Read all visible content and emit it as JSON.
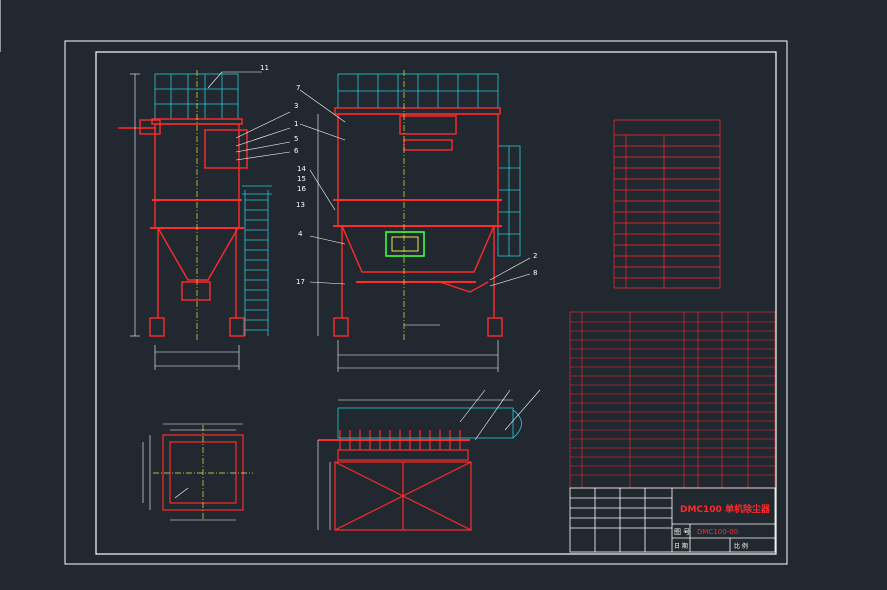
{
  "colors": {
    "background": "#212830",
    "frame": "#ffffff",
    "structure": "#ff2b2b",
    "platform": "#29c7d6",
    "centerline": "#e8e84a",
    "dimension": "#ffffff",
    "highlight": "#3cff3c"
  },
  "callouts": {
    "n11": "11",
    "n7": "7",
    "n3": "3",
    "n1": "1",
    "n5": "5",
    "n6": "6",
    "n14": "14",
    "n15": "15",
    "n16": "16",
    "n13": "13",
    "n4": "4",
    "n17": "17",
    "n2": "2",
    "n8": "8"
  },
  "title_block": {
    "drawing_title": "DMC100 单机除尘器",
    "drawing_no_label": "图 号",
    "drawing_no": "DMC100-00",
    "date_label": "日 期",
    "scale_label": "比 例"
  }
}
